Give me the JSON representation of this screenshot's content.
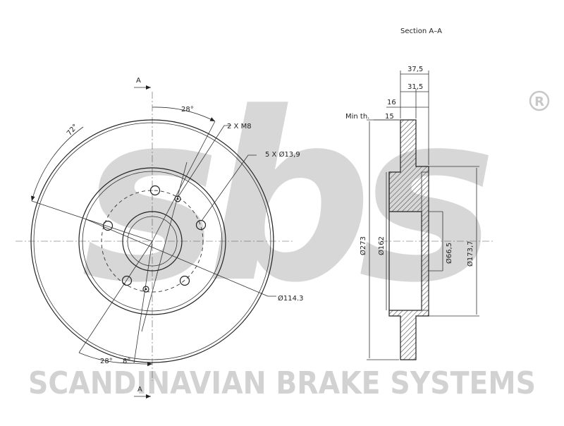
{
  "section_title": "Section A–A",
  "view_markers": [
    "A",
    "A"
  ],
  "front_view": {
    "angle_top": "28°",
    "angle_left": "72°",
    "angle_bottom_left": "28°",
    "angle_bottom_right": "8°",
    "label_threads": "2 X M8",
    "label_holes": "5 X Ø13,9",
    "label_pcd": "Ø114.3"
  },
  "section_view": {
    "dim_total_height": "37,5",
    "dim_hat_height": "31,5",
    "dim_thickness": "16",
    "min_thickness_label": "Min th.",
    "min_thickness_value": "15",
    "dia_outer": "Ø273",
    "dia_hat": "Ø162",
    "dia_center_bore": "Ø66,5",
    "dia_inner": "Ø173,7"
  },
  "watermark": {
    "logo_text": "sbs",
    "registered_mark": "R",
    "tagline": "SCANDINAVIAN BRAKE SYSTEMS"
  },
  "colors": {
    "line": "#222222",
    "watermark": "#d4d4d4",
    "hatch": "#444444"
  }
}
